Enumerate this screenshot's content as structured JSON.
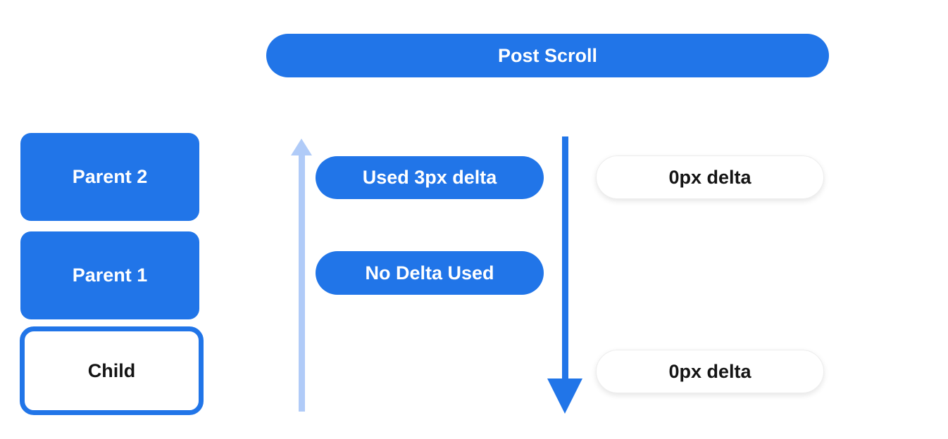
{
  "colors": {
    "primary_blue": "#2175e8",
    "light_blue_arrow": "#b0cbf8",
    "pill_white_bg": "#ffffff",
    "pill_white_border": "#ededed",
    "text_white": "#ffffff",
    "text_black": "#141414"
  },
  "header": {
    "label": "Post Scroll"
  },
  "view_stack": {
    "parent2_label": "Parent 2",
    "parent1_label": "Parent 1",
    "child_label": "Child"
  },
  "scroll_annotations": {
    "used_delta_label": "Used 3px delta",
    "no_delta_label": "No Delta Used",
    "top_right_delta_label": "0px delta",
    "bottom_right_delta_label": "0px delta"
  },
  "icons": {
    "up_arrow": "arrow-up",
    "down_arrow": "arrow-down"
  }
}
